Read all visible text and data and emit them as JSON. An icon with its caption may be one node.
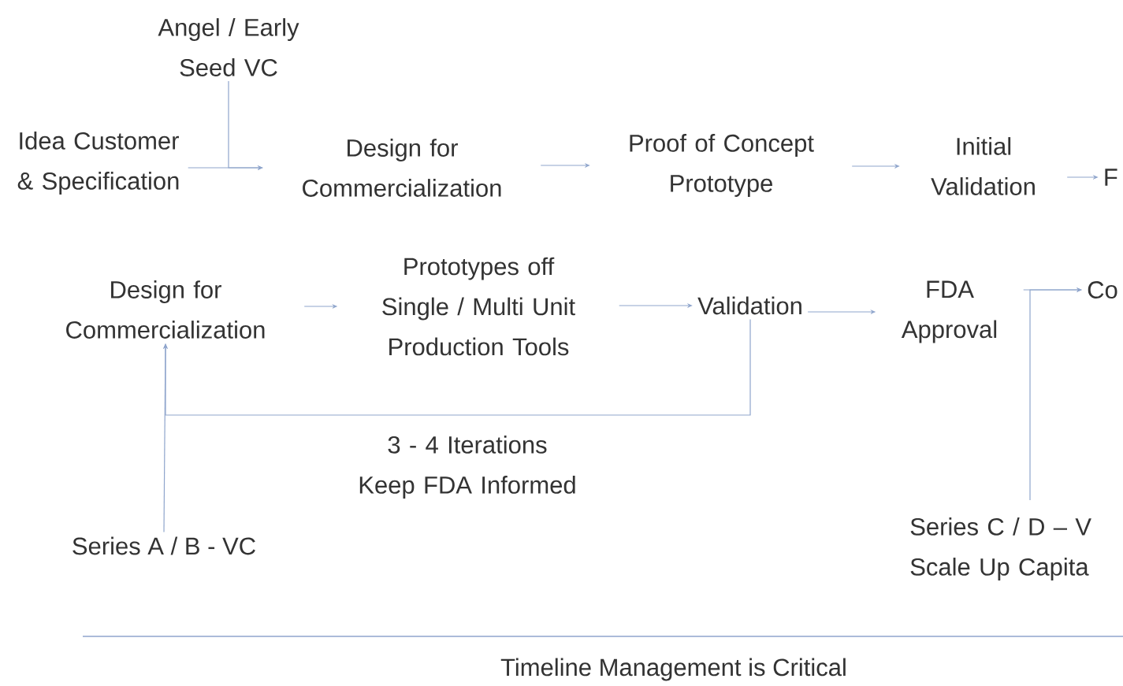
{
  "diagram": {
    "nodes": [
      {
        "text": [
          "Angel / Early Seed VC"
        ]
      },
      {
        "text": [
          "Idea Customer & Specification"
        ]
      },
      {
        "text": [
          "Design for Commercialization"
        ]
      },
      {
        "text": [
          "Proof of Concept Prototype"
        ]
      },
      {
        "text": [
          "Initial Validation"
        ]
      },
      {
        "text": [
          "F"
        ]
      },
      {
        "text": [
          "Design for Commercialization"
        ]
      },
      {
        "text": [
          "Prototypes off Single / Multi Unit Production Tools"
        ]
      },
      {
        "text": [
          "Validation"
        ]
      },
      {
        "text": [
          "FDA Approval"
        ]
      },
      {
        "text": [
          "Co"
        ]
      },
      {
        "text": [
          "Series A / B - VC"
        ]
      },
      {
        "text": [
          "Series C / D – V Scale Up Capita"
        ]
      }
    ],
    "edges": [
      {
        "from": 0,
        "to": 2,
        "arrow": "to"
      },
      {
        "from": 1,
        "to": 2,
        "arrow": "to"
      },
      {
        "from": 2,
        "to": 3,
        "arrow": "to"
      },
      {
        "from": 3,
        "to": 4,
        "arrow": "to"
      },
      {
        "from": 4,
        "to": 5,
        "arrow": "to"
      },
      {
        "from": 6,
        "to": 7,
        "arrow": "to"
      },
      {
        "from": 7,
        "to": 8,
        "arrow": "to"
      },
      {
        "from": 8,
        "to": 9,
        "arrow": "to"
      },
      {
        "from": 9,
        "to": 10,
        "arrow": "to"
      },
      {
        "from": 8,
        "to": 6,
        "arrow": "to",
        "label": "3 - 4 Iterations Keep FDA Informed"
      },
      {
        "from": 11,
        "to": 6,
        "arrow": "to"
      },
      {
        "from": 12,
        "to": 10,
        "arrow": "to"
      }
    ],
    "labels": [
      "Timeline Management is Critical"
    ]
  }
}
